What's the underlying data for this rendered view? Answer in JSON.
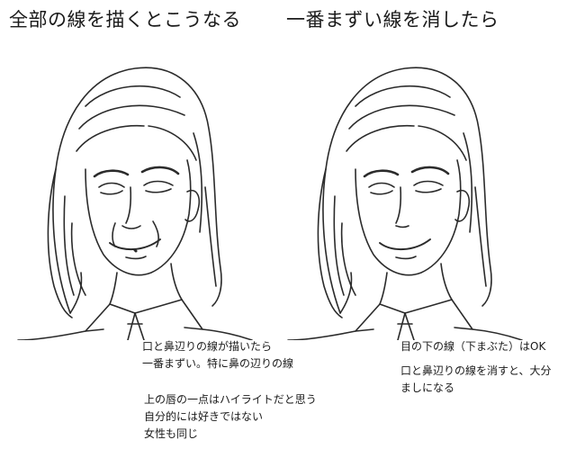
{
  "titles": {
    "left": "全部の線を描くとこうなる",
    "right": "一番まずい線を消したら"
  },
  "illustrations": {
    "left": "portrait-all-lines",
    "right": "portrait-lines-removed"
  },
  "notes": {
    "left_mouth": [
      "口と鼻辺りの線が描いたら",
      "一番まずい。特に鼻の辺りの線"
    ],
    "left_lip": [
      "上の唇の一点はハイライトだと思う",
      "自分的には好きではない",
      "女性も同じ"
    ],
    "right_eye": [
      "目の下の線（下まぶた）はOK"
    ],
    "right_mouth": [
      "口と鼻辺りの線を消すと、大分",
      "ましになる"
    ]
  },
  "colors": {
    "line": "#2b2b2b",
    "background": "#ffffff"
  }
}
